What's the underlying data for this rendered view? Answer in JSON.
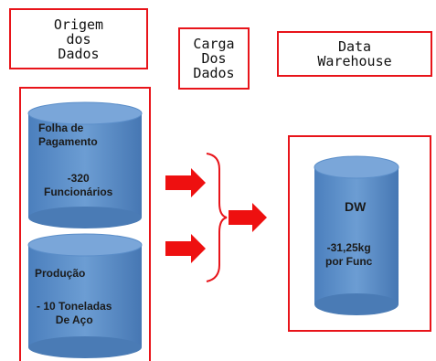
{
  "headers": {
    "origem": "Origem\ndos\nDados",
    "carga": "Carga\nDos\nDados",
    "dw": "Data\nWarehouse"
  },
  "sources": [
    {
      "name": "Folha de\nPagamento",
      "detail": "-320\nFuncionários"
    },
    {
      "name": "Produção",
      "detail": "- 10 Toneladas\nDe Aço"
    }
  ],
  "warehouse": {
    "name": "DW",
    "detail": "-31,25kg\npor Func"
  },
  "colors": {
    "border": "#e8141a",
    "arrow": "#ee1010",
    "cylinder": "#5b8ec9",
    "cylinder_dark": "#4a7bb5"
  }
}
